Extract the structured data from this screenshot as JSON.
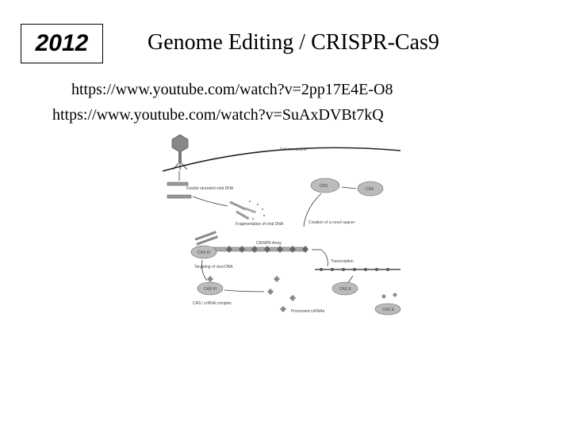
{
  "slide": {
    "year": "2012",
    "title": "Genome Editing / CRISPR-Cas9",
    "links": [
      "https://www.youtube.com/watch?v=2pp17E4E-O8",
      "https://www.youtube.com/watch?v=SuAxDVBt7kQ"
    ]
  },
  "figure": {
    "labels": {
      "cell_membrane": "Cell membrane",
      "viral_dna": "Double stranded viral DNA",
      "cas_top": "CAS",
      "cas_right": "CAS",
      "fragmentation": "Fragmentation of viral DNA",
      "spacer": "Creation of a novel spacer",
      "crispr_array": "CRISPR Array",
      "cas_iii": "CAS III",
      "targeting": "Targeting of viral DNA",
      "transcription": "Transcription",
      "cas_e": "CAS E",
      "cas_iii_lower": "CAS III",
      "complex": "CAS / crRNA complex",
      "processed": "Processed crRNAs",
      "cas_e_lower": "CAS E"
    }
  }
}
